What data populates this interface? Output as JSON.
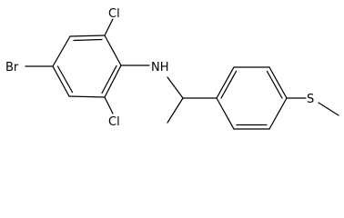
{
  "molecule": {
    "atoms": {
      "cl_top": "Cl",
      "cl_bottom": "Cl",
      "br": "Br",
      "nh": "NH",
      "s": "S"
    }
  }
}
